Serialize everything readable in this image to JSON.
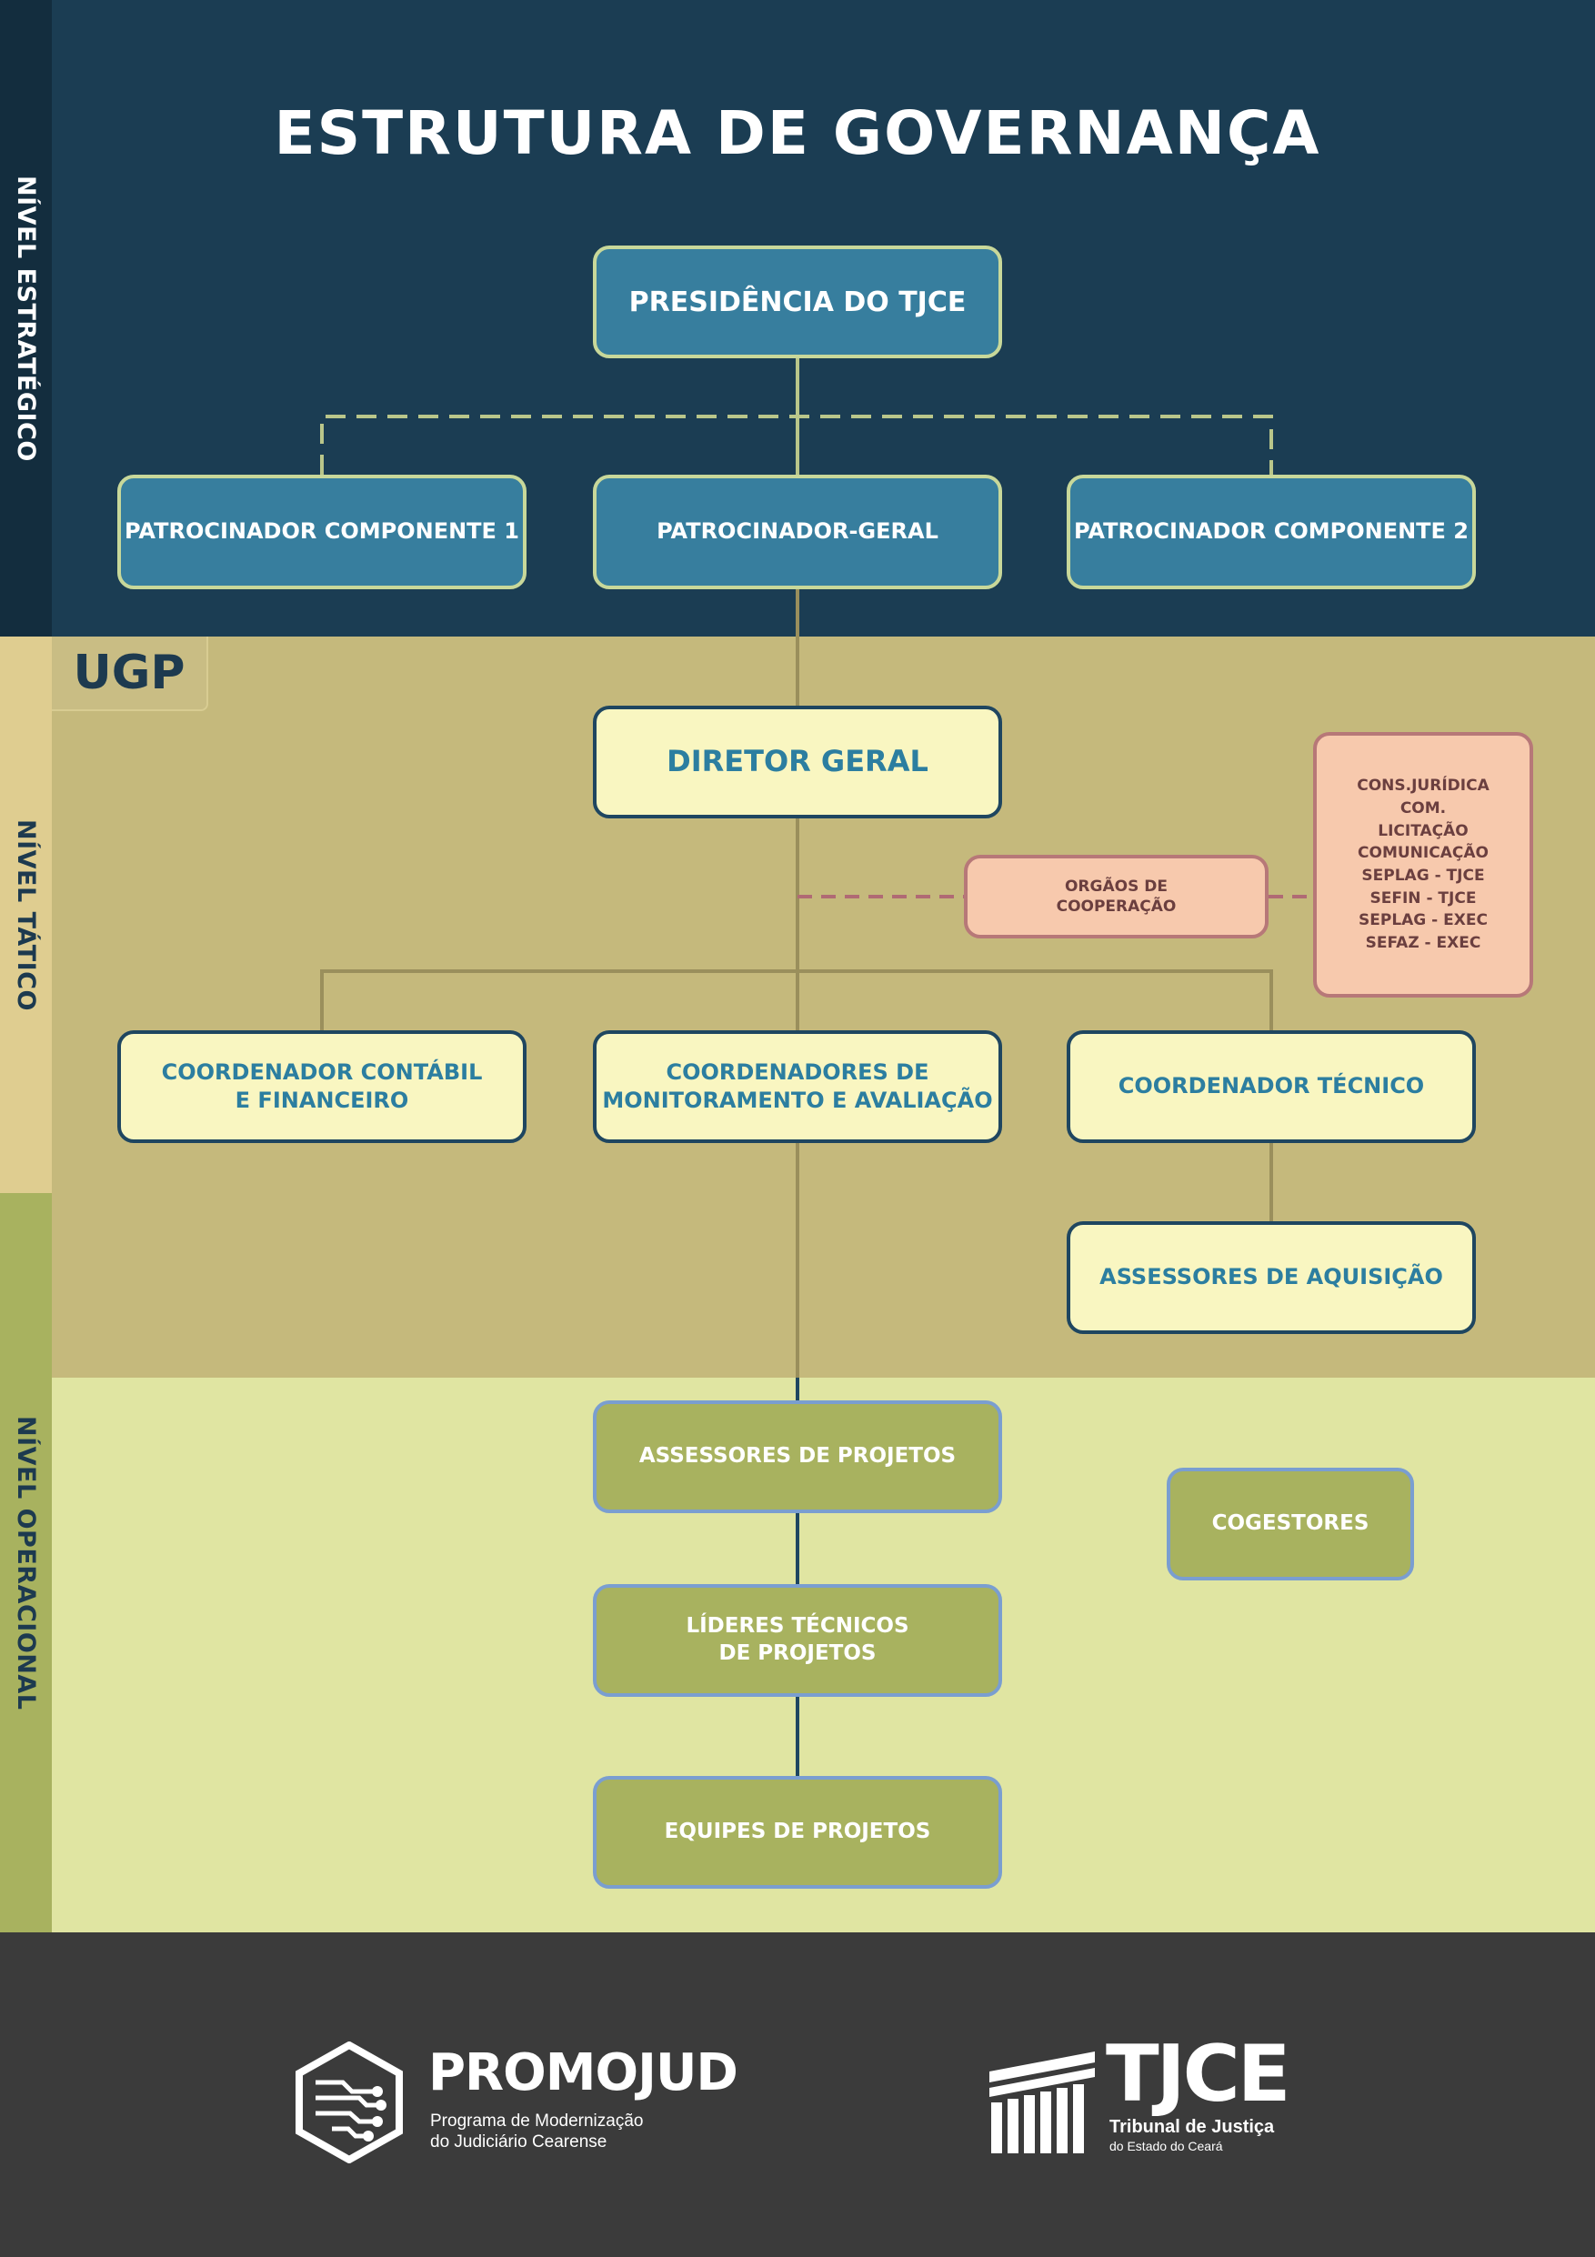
{
  "title": "ESTRUTURA DE GOVERNANÇA",
  "levels": {
    "strategic": "NÍVEL ESTRATÉGICO",
    "tactical": "NÍVEL TÁTICO",
    "operational": "NÍVEL OPERACIONAL"
  },
  "ugp_label": "UGP",
  "nodes": {
    "presidencia": "PRESIDÊNCIA DO TJCE",
    "patrocinador_comp1": "PATROCINADOR COMPONENTE 1",
    "patrocinador_geral": "PATROCINADOR-GERAL",
    "patrocinador_comp2": "PATROCINADOR COMPONENTE 2",
    "diretor_geral": "DIRETOR GERAL",
    "orgaos_cooperacao": "ORGÃOS DE\nCOOPERAÇÃO",
    "cooperacao_lista": "CONS.JURÍDICA\nCOM.\nLICITAÇÃO\nCOMUNICAÇÃO\nSEPLAG - TJCE\nSEFIN - TJCE\nSEPLAG - EXEC\nSEFAZ - EXEC",
    "coord_contabil": "COORDENADOR CONTÁBIL\nE FINANCEIRO",
    "coord_monitoramento": "COORDENADORES DE\nMONITORAMENTO E AVALIAÇÃO",
    "coord_tecnico": "COORDENADOR TÉCNICO",
    "assessores_aquisicao": "ASSESSORES DE AQUISIÇÃO",
    "assessores_projetos": "ASSESSORES DE PROJETOS",
    "cogestores": "COGESTORES",
    "lideres_tecnicos": "LÍDERES TÉCNICOS\nDE PROJETOS",
    "equipes_projetos": "EQUIPES DE PROJETOS"
  },
  "footer": {
    "promojud_name": "PROMOJUD",
    "promojud_sub1": "Programa de Modernização",
    "promojud_sub2": "do Judiciário Cearense",
    "tjce_name": "TJCE",
    "tjce_sub1": "Tribunal de Justiça",
    "tjce_sub2": "do Estado do Ceará"
  },
  "colors": {
    "strategic_band": "#1b3d53",
    "tactical_band": "#c5b97c",
    "operational_band": "#e0e5a2",
    "footer_band": "#3b3b3b"
  }
}
